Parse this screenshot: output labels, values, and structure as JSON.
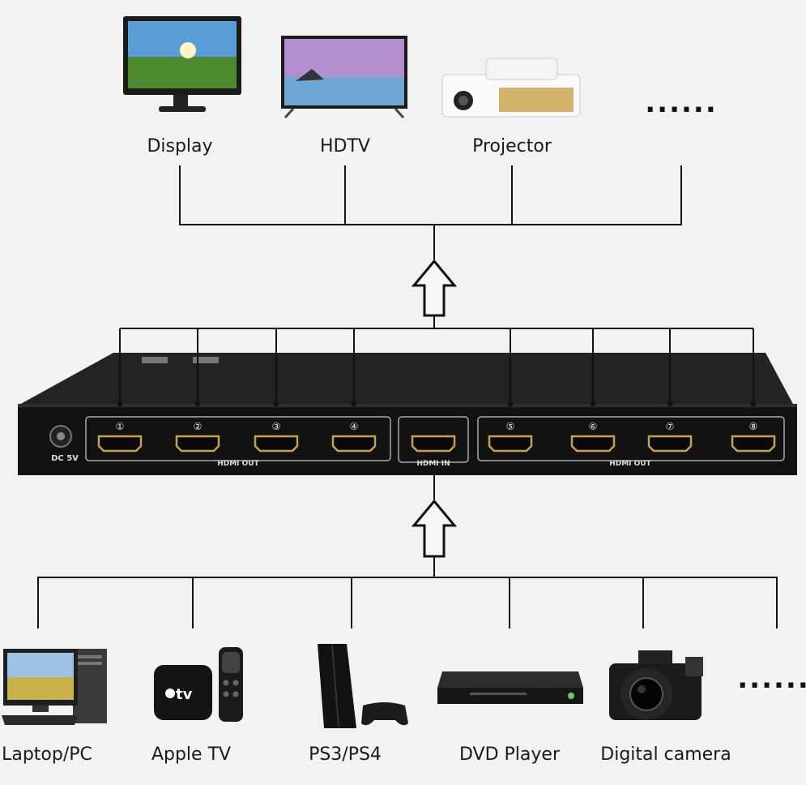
{
  "outputs": [
    {
      "label": "Display",
      "icon": "monitor-icon"
    },
    {
      "label": "HDTV",
      "icon": "hdtv-icon"
    },
    {
      "label": "Projector",
      "icon": "projector-icon"
    },
    {
      "label": "",
      "icon": "more-dots-icon"
    }
  ],
  "sources": [
    {
      "label": "Laptop/PC",
      "icon": "desktop-pc-icon"
    },
    {
      "label": "Apple TV",
      "icon": "apple-tv-icon"
    },
    {
      "label": "PS3/PS4",
      "icon": "game-console-icon"
    },
    {
      "label": "DVD Player",
      "icon": "dvd-player-icon"
    },
    {
      "label": "Digital camera",
      "icon": "camera-icon"
    },
    {
      "label": "",
      "icon": "more-dots-icon"
    }
  ],
  "more_symbol": "......",
  "device": {
    "power_label": "DC 5V",
    "out_group_label": "HDMI OUT",
    "in_label": "HDMI IN",
    "apple_tv_text": "tv",
    "port_numbers": [
      "①",
      "②",
      "③",
      "④",
      "⑤",
      "⑥",
      "⑦",
      "⑧"
    ]
  },
  "colors": {
    "line": "#111111",
    "device_body": "#1c1c1c",
    "device_panel": "#111111",
    "port_gold": "#c9a24a",
    "background": "#f2f2f2"
  }
}
